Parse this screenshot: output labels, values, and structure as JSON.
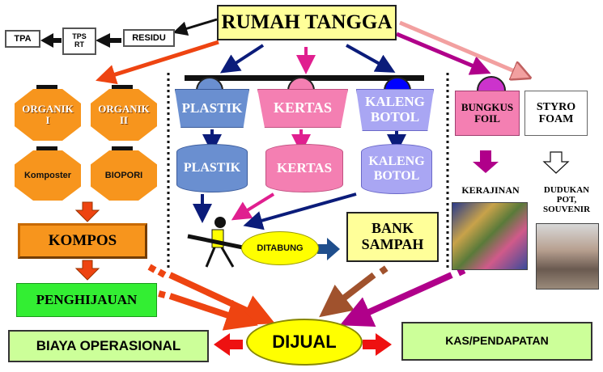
{
  "colors": {
    "orange": "#f7951d",
    "blue": "#6a8fd0",
    "pink": "#f47fb2",
    "lavender": "#a9a6f3",
    "yellow": "#ffff99",
    "green": "#33ee33",
    "light_green": "#ccff99",
    "navy": "#0b1c7a",
    "magenta": "#cc0099",
    "red_orange": "#ee4411"
  },
  "top": {
    "rumah_tangga": "RUMAH TANGGA",
    "residu": "RESIDU",
    "tps_rt": "TPS\nRT",
    "tpa": "TPA"
  },
  "left": {
    "organik_1": "ORGANIK\nI",
    "organik_2": "ORGANIK\nII",
    "komposter": "Komposter",
    "biopori": "BIOPORI",
    "kompos": "KOMPOS",
    "penghijauan": "PENGHIJAUAN",
    "biaya": "BIAYA OPERASIONAL"
  },
  "middle": {
    "bin_plastik": "PLASTIK",
    "bin_kertas": "KERTAS",
    "bin_kaleng": "KALENG\nBOTOL",
    "drum_plastik": "PLASTIK",
    "drum_kertas": "KERTAS",
    "drum_kaleng": "KALENG\nBOTOL",
    "ditabung": "DITABUNG",
    "bank_sampah": "BANK\nSAMPAH"
  },
  "right": {
    "bungkus_foil": "BUNGKUS\nFOIL",
    "styro_foam": "STYRO\nFOAM",
    "kerajinan": "KERAJINAN",
    "dudukan": "DUDUKAN\nPOT,\nSOUVENIR"
  },
  "bottom": {
    "dijual": "DIJUAL",
    "kas": "KAS/PENDAPATAN"
  }
}
